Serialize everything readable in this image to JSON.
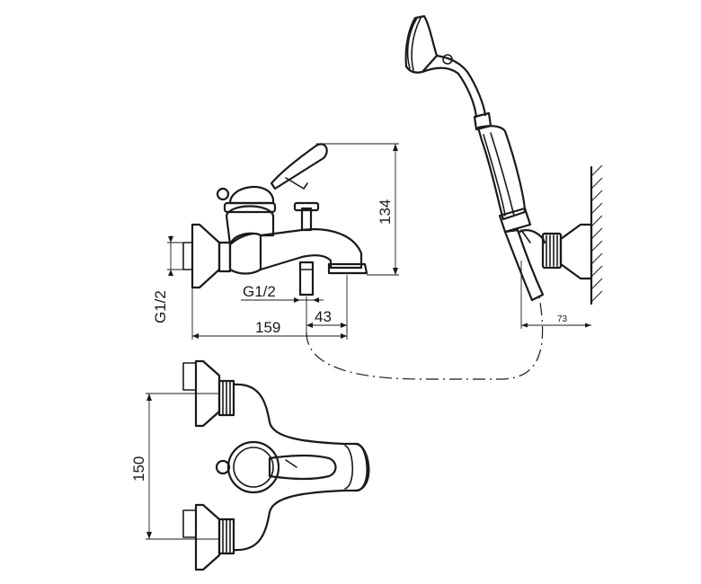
{
  "dimensions": {
    "height_mixer": "134",
    "thread_left": "G1/2",
    "thread_spout": "G1/2",
    "width_mixer": "159",
    "spout_offset": "43",
    "wall_offset": "73",
    "inlet_spacing": "150"
  }
}
